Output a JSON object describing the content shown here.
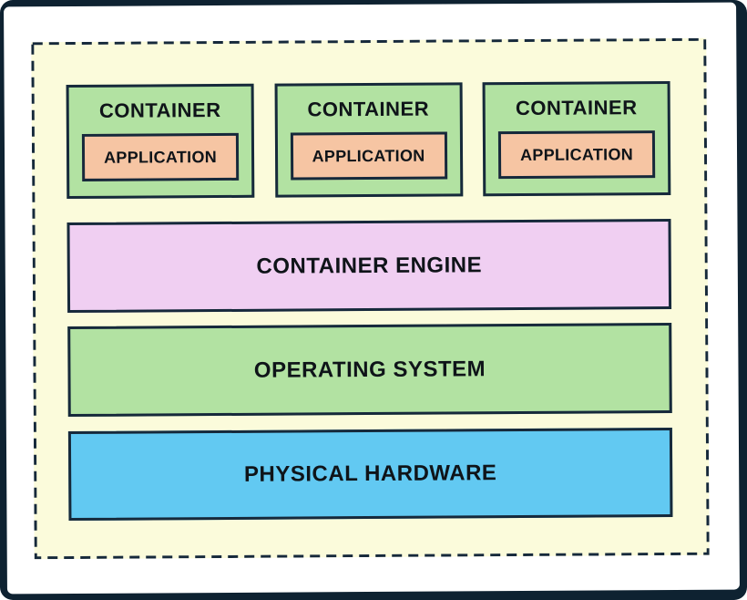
{
  "diagram": {
    "type": "layered-architecture",
    "containers": [
      {
        "label": "CONTAINER",
        "application": "APPLICATION"
      },
      {
        "label": "CONTAINER",
        "application": "APPLICATION"
      },
      {
        "label": "CONTAINER",
        "application": "APPLICATION"
      }
    ],
    "layers": [
      {
        "id": "container-engine",
        "label": "CONTAINER ENGINE",
        "fill": "#f0cff2"
      },
      {
        "id": "operating-system",
        "label": "OPERATING SYSTEM",
        "fill": "#b2e2a2"
      },
      {
        "id": "physical-hardware",
        "label": "PHYSICAL HARDWARE",
        "fill": "#62c9f2"
      }
    ],
    "colors": {
      "frame": "#0e2231",
      "card": "#ffffff",
      "sheet_background": "#fbfbdb",
      "container_fill": "#b2e2a2",
      "application_fill": "#f6c5a3",
      "border": "#16293b",
      "text": "#0f1419"
    }
  }
}
